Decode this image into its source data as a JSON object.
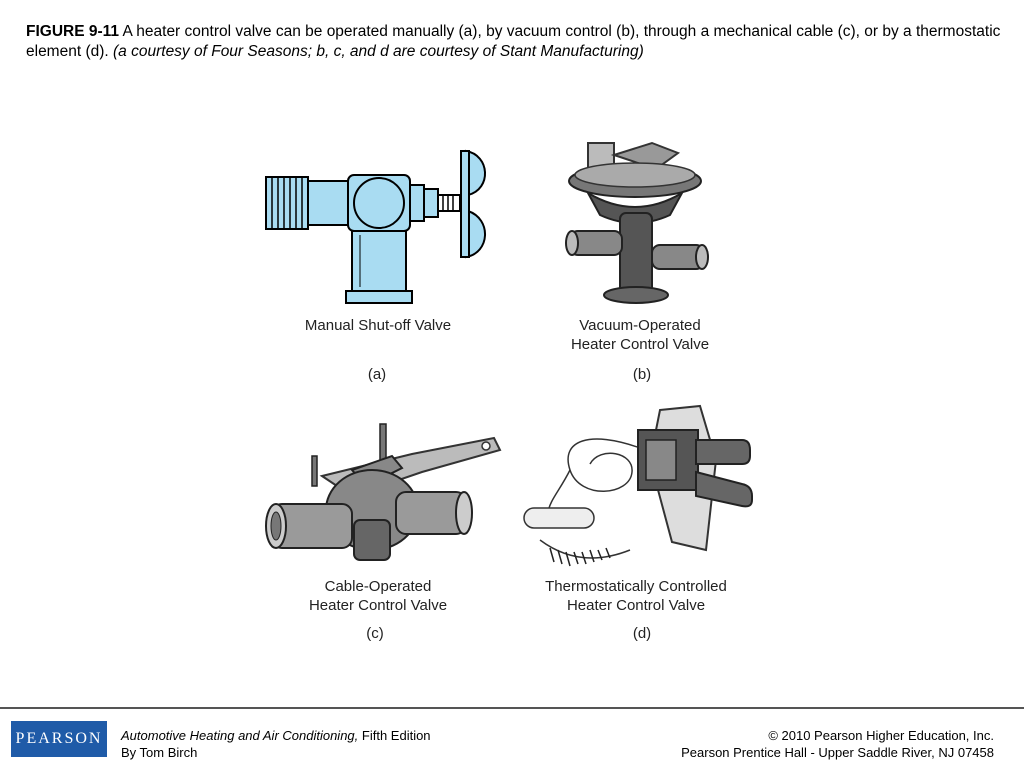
{
  "caption": {
    "figure_number": "FIGURE 9-11",
    "text": " A heater control valve can be operated manually (a), by vacuum control (b), through a mechanical cable (c), or by a thermostatic element (d). ",
    "credit": "(a courtesy of Four Seasons; b, c, and d are courtesy of Stant Manufacturing)"
  },
  "panels": {
    "a": {
      "label_line1": "Manual Shut-off Valve",
      "label_line2": "",
      "letter": "(a)"
    },
    "b": {
      "label_line1": "Vacuum-Operated",
      "label_line2": "Heater Control Valve",
      "letter": "(b)"
    },
    "c": {
      "label_line1": "Cable-Operated",
      "label_line2": "Heater Control Valve",
      "letter": "(c)"
    },
    "d": {
      "label_line1": "Thermostatically Controlled",
      "label_line2": "Heater Control Valve",
      "letter": "(d)"
    }
  },
  "footer": {
    "logo": "PEARSON",
    "book_title": "Automotive Heating and Air Conditioning,",
    "edition": " Fifth Edition",
    "author": "By Tom Birch",
    "copyright": "© 2010 Pearson Higher Education, Inc.",
    "publisher": "Pearson Prentice Hall - Upper Saddle River, NJ 07458"
  },
  "colors": {
    "logo_blue": "#1f5ba8",
    "valve_a_fill": "#a9dcf2"
  }
}
